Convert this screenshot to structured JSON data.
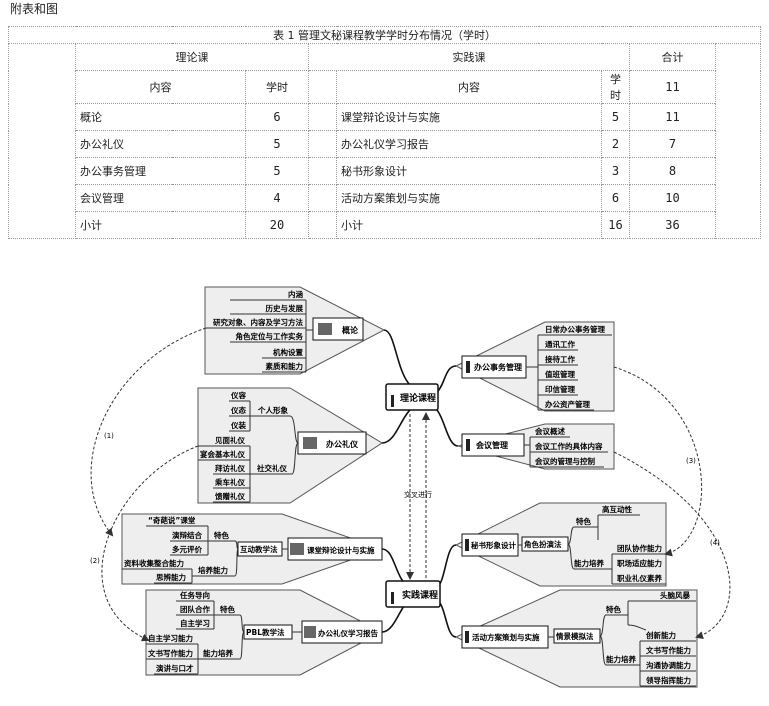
{
  "page_heading": "附表和图",
  "table": {
    "caption": "表 1  管理文秘课程教学学时分布情况（学时）",
    "group_theory": "理论课",
    "group_practice": "实践课",
    "group_total": "合计",
    "col_content": "内容",
    "col_hours": "学时",
    "total_label": "11",
    "rows": [
      {
        "t": "概论",
        "th": "6",
        "p": "课堂辩论设计与实施",
        "ph": "5",
        "sum": "11"
      },
      {
        "t": "办公礼仪",
        "th": "5",
        "p": "办公礼仪学习报告",
        "ph": "2",
        "sum": "7"
      },
      {
        "t": "办公事务管理",
        "th": "5",
        "p": "秘书形象设计",
        "ph": "3",
        "sum": "8"
      },
      {
        "t": "会议管理",
        "th": "4",
        "p": "活动方案策划与实施",
        "ph": "6",
        "sum": "10"
      },
      {
        "t": "小计",
        "th": "20",
        "p": "小计",
        "ph": "16",
        "sum": "36"
      }
    ]
  },
  "mindmap": {
    "theory": "理论课程",
    "practice": "实践课程",
    "link": "交叉进行",
    "gailun": {
      "title": "概论",
      "items": [
        "内涵",
        "历史与发展",
        "研究对象、内容及学习方法",
        "角色定位与工作实务",
        "机构设置",
        "素质和能力"
      ]
    },
    "liyi": {
      "title": "办公礼仪",
      "personal": "个人形象",
      "personal_items": [
        "仪容",
        "仪态",
        "仪装"
      ],
      "social": "社交礼仪",
      "social_items": [
        "见面礼仪",
        "宴会基本礼仪",
        "拜访礼仪",
        "乘车礼仪",
        "馈赠礼仪"
      ]
    },
    "shiwu": {
      "title": "办公事务管理",
      "items": [
        "日常办公事务管理",
        "通讯工作",
        "接待工作",
        "值班管理",
        "印信管理",
        "办公资产管理"
      ]
    },
    "huiyi": {
      "title": "会议管理",
      "items": [
        "会议概述",
        "会议工作的具体内容",
        "会议的管理与控制"
      ]
    },
    "bianlun": {
      "title": "课堂辩论设计与实施",
      "method": "互动教学法",
      "feature": "特色",
      "feature_items": [
        "“奇葩说”课堂",
        "演辩结合",
        "多元评价"
      ],
      "ability": "培养能力",
      "ability_items": [
        "资料收集整合能力",
        "思辨能力"
      ]
    },
    "baogao": {
      "title": "办公礼仪学习报告",
      "method": "PBL教学法",
      "feature": "特色",
      "feature_items": [
        "任务导向",
        "团队合作",
        "自主学习"
      ],
      "ability": "能力培养",
      "ability_items": [
        "自主学习能力",
        "文书写作能力",
        "演讲与口才"
      ]
    },
    "xingxiang": {
      "title": "秘书形象设计",
      "method": "角色扮演法",
      "feature": "特色",
      "feature_items": [
        "高互动性"
      ],
      "ability": "能力培养",
      "ability_items": [
        "团队协作能力",
        "职场适应能力",
        "职业礼仪素养"
      ]
    },
    "cehua": {
      "title": "活动方案策划与实施",
      "method": "情景模拟法",
      "feature": "特色",
      "feature_items": [
        "头脑风暴"
      ],
      "ability": "能力培养",
      "ability_items": [
        "创新能力",
        "文书写作能力",
        "沟通协调能力",
        "领导指挥能力"
      ]
    },
    "link_labels": [
      "(1)",
      "(2)",
      "(3)",
      "(4)"
    ]
  }
}
